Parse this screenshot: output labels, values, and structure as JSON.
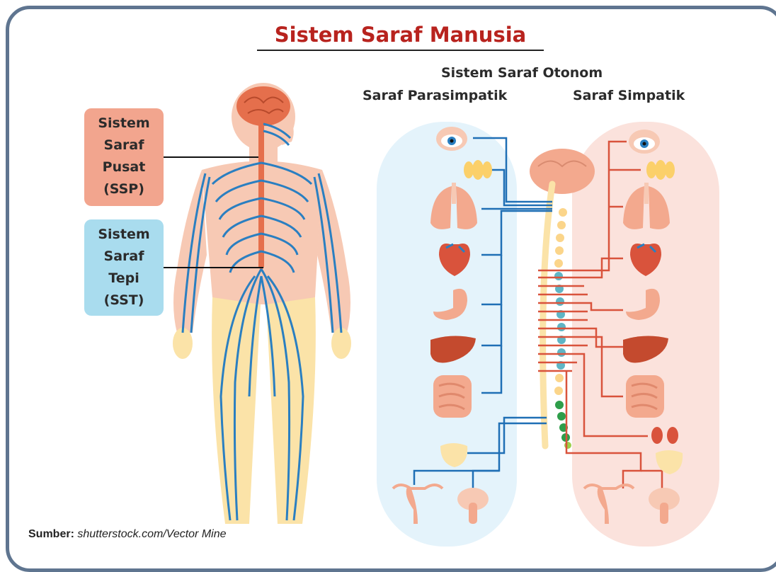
{
  "title": "Sistem Saraf Manusia",
  "autonomic": {
    "heading": "Sistem Saraf Otonom",
    "parasympathetic": "Saraf Parasimpatik",
    "sympathetic": "Saraf Simpatik"
  },
  "labels": {
    "ssp": [
      "Sistem",
      "Saraf",
      "Pusat",
      "(SSP)"
    ],
    "sst": [
      "Sistem",
      "Saraf",
      "Tepi",
      "(SST)"
    ]
  },
  "credit": {
    "prefix": "Sumber:",
    "source": "shutterstock.com/Vector Mine"
  },
  "colors": {
    "frame": "#5f7590",
    "title": "#b8231e",
    "ssp_box": "#f2a58e",
    "sst_box": "#a9dcee",
    "parasympathetic_panel": "#e4f3fb",
    "sympathetic_panel": "#fbe2dc",
    "parasympathetic_nerve": "#1f6fb5",
    "sympathetic_nerve": "#d9533c"
  }
}
